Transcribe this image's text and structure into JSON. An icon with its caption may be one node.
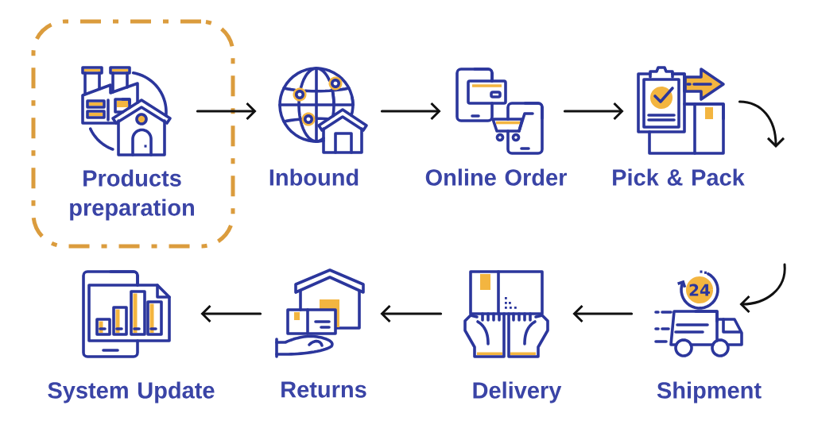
{
  "diagram": {
    "nodes": [
      {
        "text": [],
        "shape": "box"
      },
      {
        "text": [
          "Products preparation"
        ],
        "in": 0
      },
      {
        "text": [
          "Inbound"
        ]
      },
      {
        "text": [
          "Online Order"
        ]
      },
      {
        "text": [
          "Pick & Pack"
        ]
      },
      {
        "text": [
          "Shipment"
        ]
      },
      {
        "text": [
          "Delivery"
        ]
      },
      {
        "text": [
          "Returns"
        ]
      },
      {
        "text": [
          "System Update"
        ]
      }
    ],
    "edges": [
      {
        "from": 1,
        "to": 2,
        "arrow": "to"
      },
      {
        "from": 2,
        "to": 3,
        "arrow": "to"
      },
      {
        "from": 3,
        "to": 4,
        "arrow": "to"
      },
      {
        "from": 4,
        "to": null,
        "arrow": "to"
      },
      {
        "from": null,
        "to": 5,
        "arrow": "to"
      },
      {
        "from": 5,
        "to": 6,
        "arrow": "to"
      },
      {
        "from": 6,
        "to": 7,
        "arrow": "to"
      },
      {
        "from": 7,
        "to": 8,
        "arrow": "to"
      }
    ],
    "labels": [
      "24"
    ]
  }
}
